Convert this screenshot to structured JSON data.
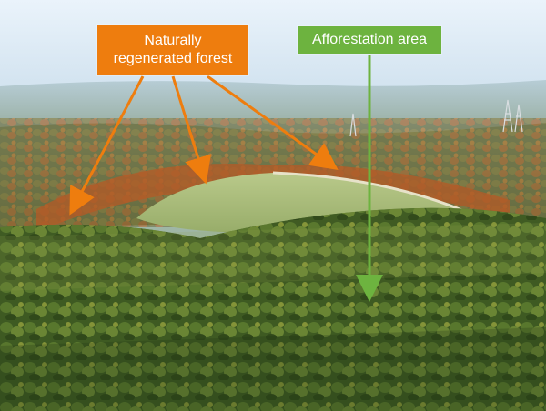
{
  "callouts": {
    "natural_forest": {
      "line1": "Naturally",
      "line2": "regenerated forest",
      "color": "#ee7d0e"
    },
    "afforestation": {
      "label": "Afforestation area",
      "color": "#6db33f"
    }
  }
}
